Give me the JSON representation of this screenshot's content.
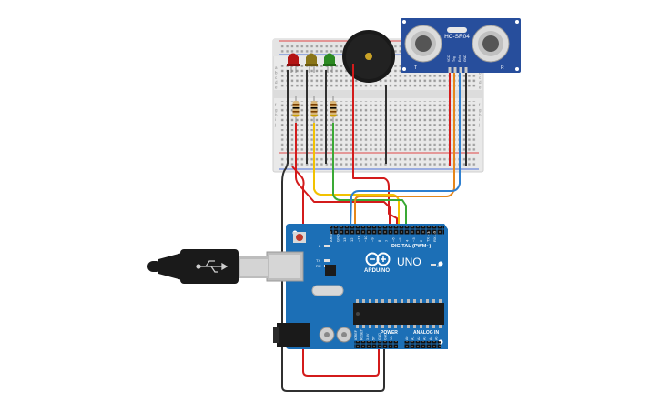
{
  "sensor": {
    "model": "HC-SR04",
    "pins": [
      "VCC",
      "Trig",
      "Echo",
      "GND"
    ],
    "mark_t": "T",
    "mark_r": "R"
  },
  "arduino": {
    "logo": "ARDUINO",
    "model": "UNO",
    "digital_header": "DIGITAL (PWM~)",
    "power_header": "POWER",
    "analog_header": "ANALOG IN",
    "on_label": "ON",
    "tx_label": "TX",
    "rx_label": "RX",
    "l_label": "L",
    "digital_pins": [
      "AREF",
      "GND",
      "13",
      "12",
      "~11",
      "~10",
      "~9",
      "8",
      "7",
      "~6",
      "~5",
      "4",
      "~3",
      "2",
      "TX→1",
      "RX←0"
    ],
    "power_pins": [
      "IOREF",
      "RESET",
      "3.3V",
      "5V",
      "GND",
      "GND",
      "Vin"
    ],
    "analog_pins": [
      "A0",
      "A1",
      "A2",
      "A3",
      "A4",
      "A5"
    ]
  },
  "breadboard": {
    "row_letters": [
      "a",
      "b",
      "c",
      "d",
      "e",
      "f",
      "g",
      "h",
      "i",
      "j"
    ]
  },
  "colors": {
    "wire_red": "#d31b1b",
    "wire_black": "#303030",
    "wire_yellow": "#f2c200",
    "wire_green": "#3aa935",
    "wire_orange": "#e6861a",
    "wire_blue": "#2f80d0",
    "board": "#1c6fb6",
    "sensor": "#274e9c",
    "breadboard": "#eeeeee"
  }
}
